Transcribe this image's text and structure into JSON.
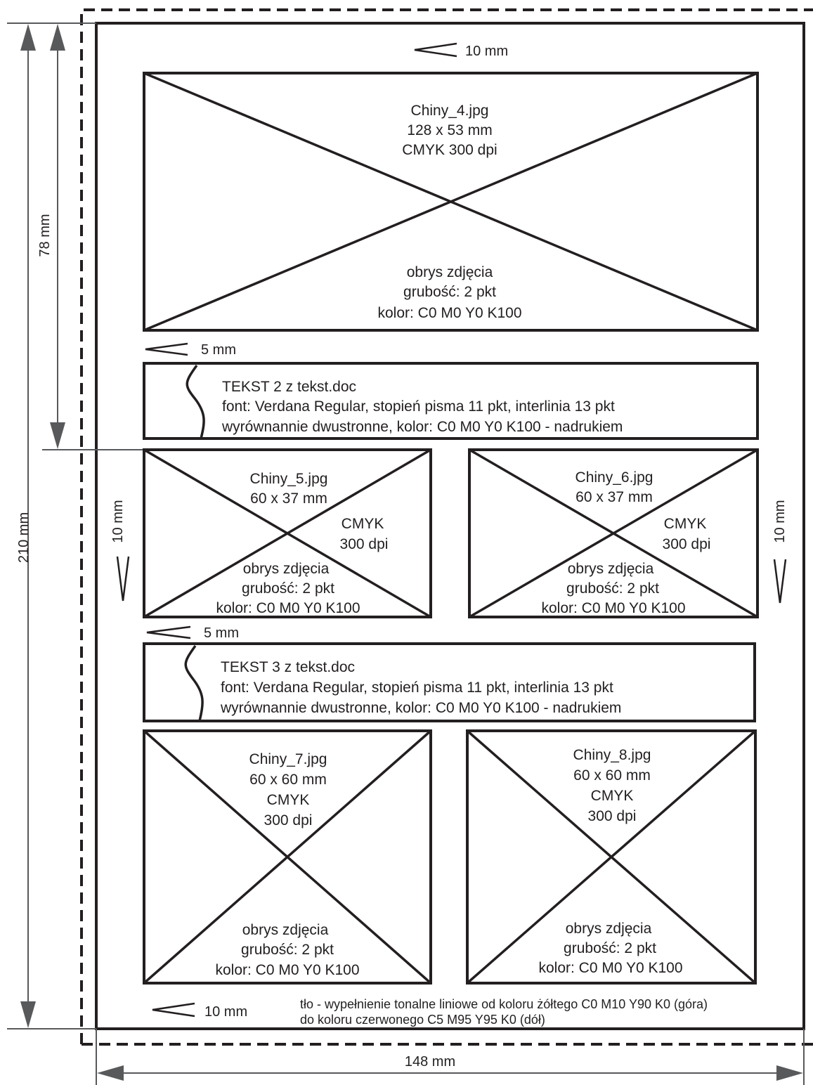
{
  "dimensions": {
    "width_total": "148 mm",
    "height_total": "210 mm",
    "height_top": "78 mm"
  },
  "margins": {
    "top": "10 mm",
    "gap_after_image_4": "5 mm",
    "left": "10 mm",
    "right": "10 mm",
    "gap_after_images_5_6": "5 mm",
    "bottom": "10 mm"
  },
  "outline_note": [
    "obrys zdjęcia",
    "grubość: 2 pkt",
    "kolor: C0 M0 Y0 K100"
  ],
  "image_4": {
    "file": "Chiny_4.jpg",
    "size": "128 x 53 mm",
    "color": "CMYK 300 dpi"
  },
  "text_2": {
    "title": "TEKST 2 z tekst.doc",
    "font": "font: Verdana Regular, stopień pisma 11 pkt, interlinia 13 pkt",
    "align": "wyrównannie dwustronne, kolor: C0 M0 Y0 K100 - nadrukiem"
  },
  "image_5": {
    "file": "Chiny_5.jpg",
    "size": "60 x 37 mm",
    "mode": "CMYK",
    "dpi": "300 dpi"
  },
  "image_6": {
    "file": "Chiny_6.jpg",
    "size": "60 x 37 mm",
    "mode": "CMYK",
    "dpi": "300 dpi"
  },
  "text_3": {
    "title": "TEKST 3 z tekst.doc",
    "font": "font: Verdana Regular, stopień pisma 11 pkt, interlinia 13 pkt",
    "align": "wyrównannie dwustronne, kolor: C0 M0 Y0 K100 - nadrukiem"
  },
  "image_7": {
    "file": "Chiny_7.jpg",
    "size": "60 x 60 mm",
    "mode": "CMYK",
    "dpi": "300 dpi"
  },
  "image_8": {
    "file": "Chiny_8.jpg",
    "size": "60 x 60 mm",
    "mode": "CMYK",
    "dpi": "300 dpi"
  },
  "background_note": {
    "line1": "tło - wypełnienie tonalne liniowe od koloru żółtego C0 M10 Y90 K0 (góra)",
    "line2": "do koloru czerwonego C5 M95 Y95 K0 (dół)"
  },
  "colors": {
    "ink": "#231f20",
    "dimension_gray": "#58595b"
  }
}
